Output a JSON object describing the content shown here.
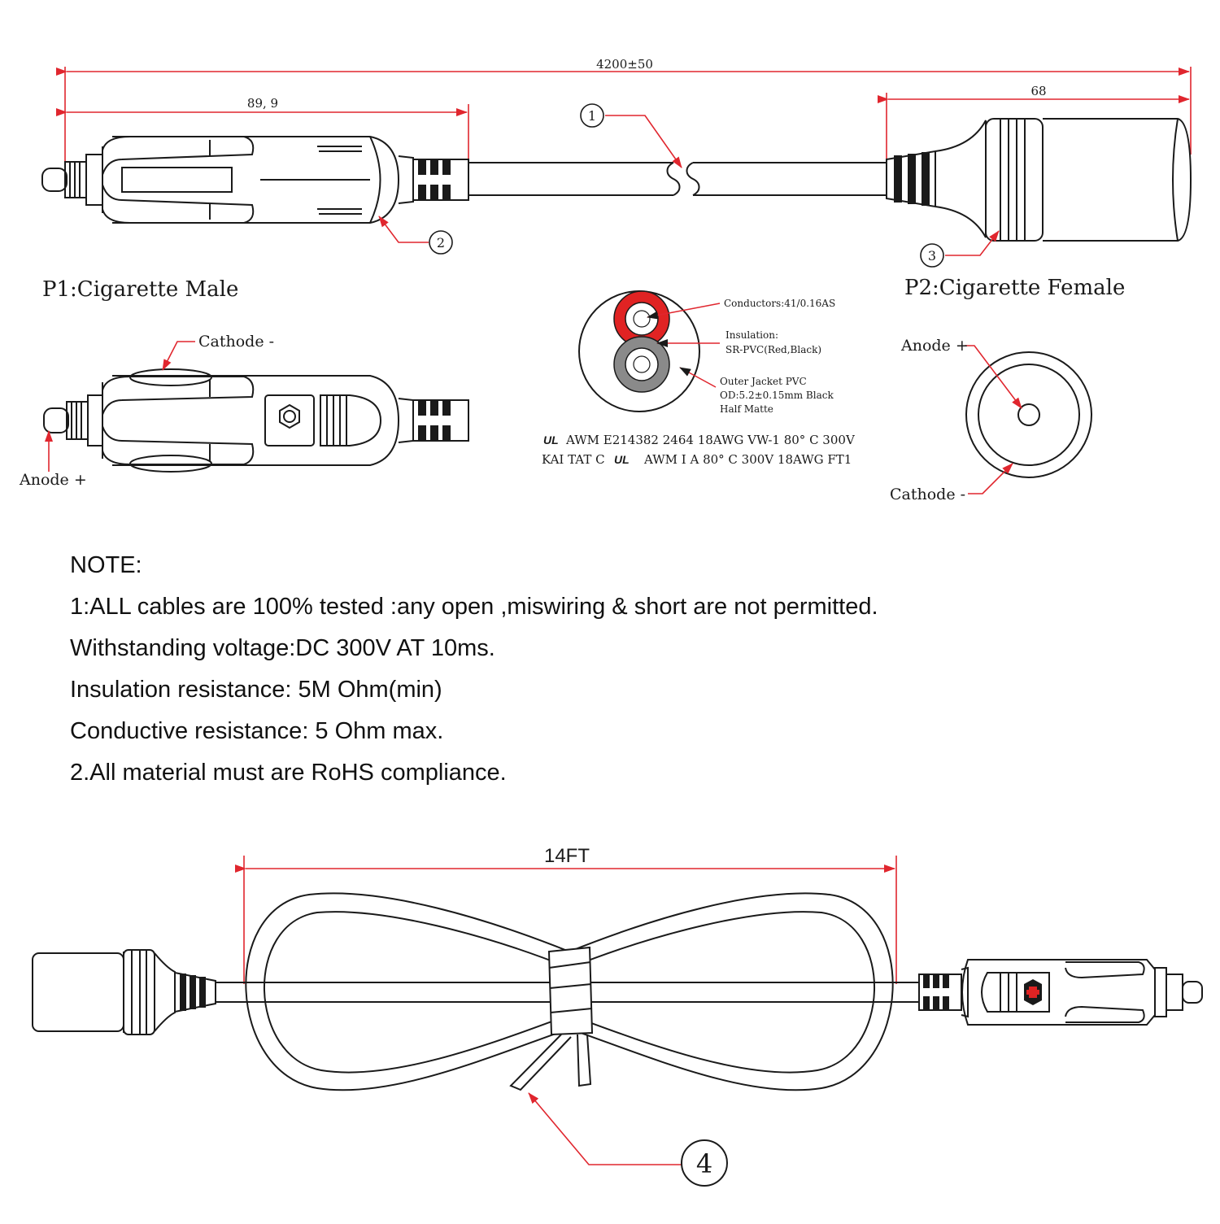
{
  "colors": {
    "dimension": "#e0262e",
    "ink": "#1a1a1a",
    "wire_red": "#e02323",
    "wire_gray": "#8a8a8a"
  },
  "dimensions": {
    "total_length": "4200±50",
    "male_length": "89, 9",
    "female_length": "68",
    "coil_length": "14FT"
  },
  "callouts": {
    "c1": "1",
    "c2": "2",
    "c3": "3",
    "c4": "4"
  },
  "labels": {
    "p1": "P1:Cigarette Male",
    "p2": "P2:Cigarette Female",
    "male_cathode": "Cathode -",
    "male_anode": "Anode +",
    "female_anode": "Anode +",
    "female_cathode": "Cathode -"
  },
  "cable_spec": {
    "conductors": "Conductors:41/0.16AS",
    "insulation_1": "Insulation:",
    "insulation_2": "SR-PVC(Red,Black)",
    "jacket_1": "Outer Jacket PVC",
    "jacket_2": "OD:5.2±0.15mm Black",
    "jacket_3": "Half Matte",
    "marking_1": "AWM E214382 2464 18AWG VW-1 80° C 300V",
    "marking_2_prefix": "KAI TAT C",
    "marking_2": "AWM I A 80° C 300V 18AWG FT1",
    "ul_mark": "UL"
  },
  "notes": [
    "NOTE:",
    "1:ALL cables are 100% tested :any open ,miswiring & short are not permitted.",
    "Withstanding voltage:DC 300V AT 10ms.",
    "Insulation resistance: 5M Ohm(min)",
    "Conductive resistance: 5 Ohm max.",
    "2.All material must are RoHS compliance."
  ]
}
